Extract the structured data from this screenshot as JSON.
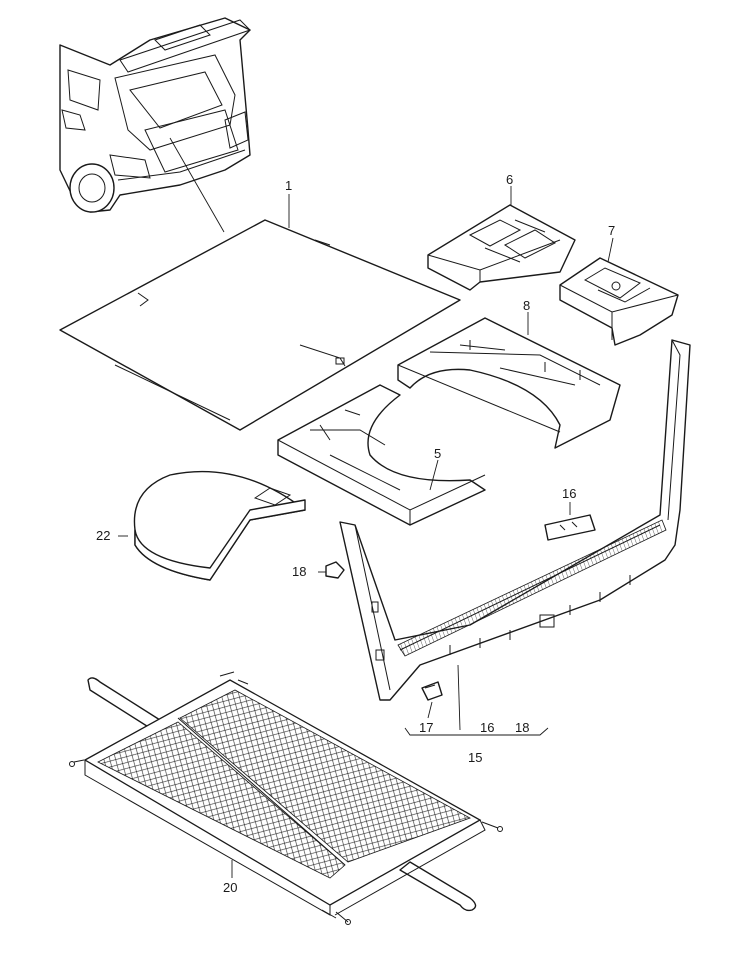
{
  "labels": {
    "p1": "1",
    "p5": "5",
    "p6": "6",
    "p7": "7",
    "p8": "8",
    "p15": "15",
    "p16a": "16",
    "p16b": "16",
    "p17": "17",
    "p18a": "18",
    "p18b": "18",
    "p20": "20",
    "p22": "22"
  }
}
